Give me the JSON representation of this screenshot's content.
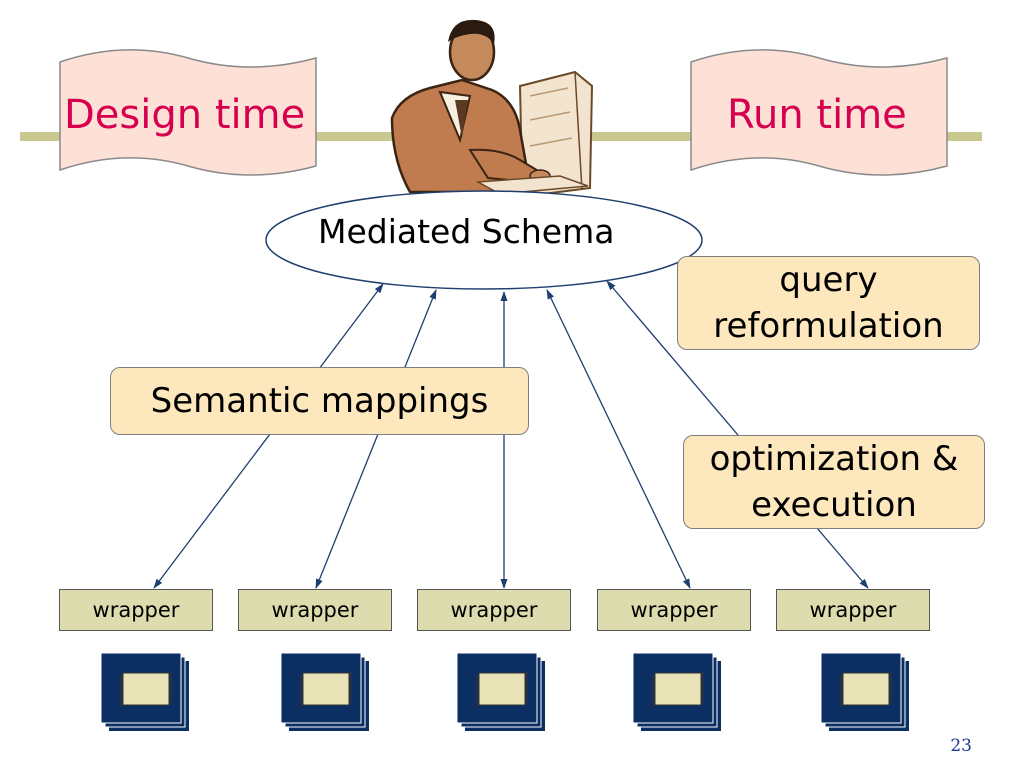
{
  "banners": {
    "design_time": "Design time",
    "run_time": "Run time"
  },
  "mediated_schema": "Mediated Schema",
  "semantic_mappings": "Semantic mappings",
  "query_reformulation": {
    "line1": "query",
    "line2": "reformulation"
  },
  "optimization_execution": {
    "line1": "optimization &",
    "line2": "execution"
  },
  "wrappers": [
    "wrapper",
    "wrapper",
    "wrapper",
    "wrapper",
    "wrapper"
  ],
  "icons": [
    "person-at-computer-icon",
    "document-stack-icon"
  ],
  "colors": {
    "banner_fill": "#fde0d6",
    "banner_text": "#d6004e",
    "timeline": "#c9c98f",
    "box_fill": "#fde7bd",
    "wrapper_fill": "#dcdcae",
    "document_navy": "#0b2e63",
    "arrow": "#1f3f6f"
  },
  "page_number": "23"
}
